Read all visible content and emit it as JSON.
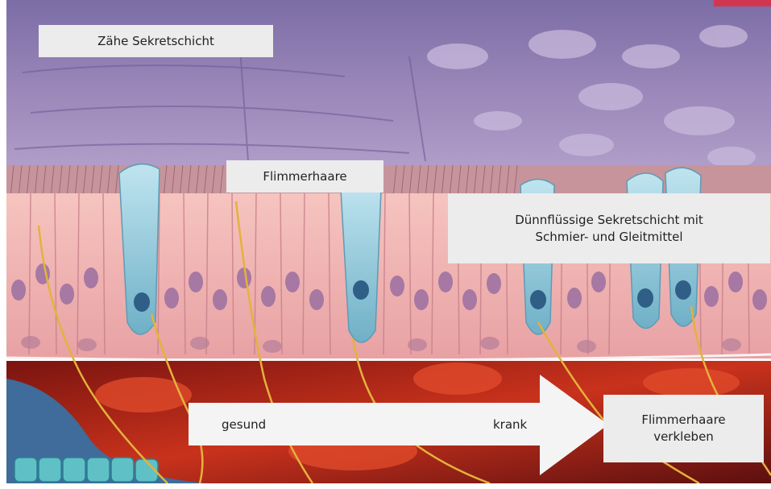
{
  "labels": {
    "zaehe": "Zähe Sekretschicht",
    "flimmerhaare": "Flimmerhaare",
    "duennfluessig": "Dünnflüssige Sekretschicht mit\nSchmier- und Gleitmittel",
    "verkleben": "Flimmerhaare\nverkleben"
  },
  "arrow": {
    "left_text": "gesund",
    "right_text": "krank"
  },
  "colors": {
    "mucus_purple": "#8f7aae",
    "cell_pink": "#f0b3b0",
    "goblet_blue": "#8fc6d8",
    "tissue_red": "#c62d1d",
    "nerve_yellow": "#e3b23c",
    "arrow_white": "#f4f4f4",
    "accent_tab": "#d2364f"
  }
}
